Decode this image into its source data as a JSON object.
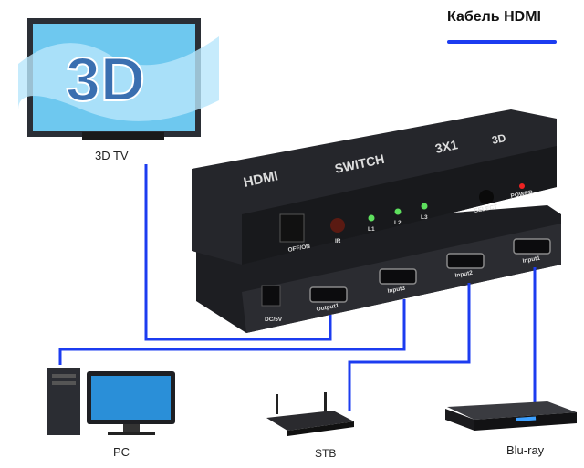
{
  "legend": {
    "title": "Кабель HDMI",
    "color": "#1c3cf0"
  },
  "tv": {
    "label": "3D TV",
    "screen_text": "3D"
  },
  "switch": {
    "brand": "HDMI",
    "title": "SWITCH",
    "model": "3X1",
    "badge": "3D",
    "power_switch": "OFF/ON",
    "ir": "IR",
    "leds": [
      "L1",
      "L2",
      "L3"
    ],
    "select": "SELECT",
    "power": "POWER",
    "dc": "DC/5V",
    "ports": [
      "Output1",
      "Input3",
      "Input2",
      "Input1"
    ]
  },
  "devices": {
    "pc": "PC",
    "stb": "STB",
    "bluray": "Blu-ray"
  }
}
